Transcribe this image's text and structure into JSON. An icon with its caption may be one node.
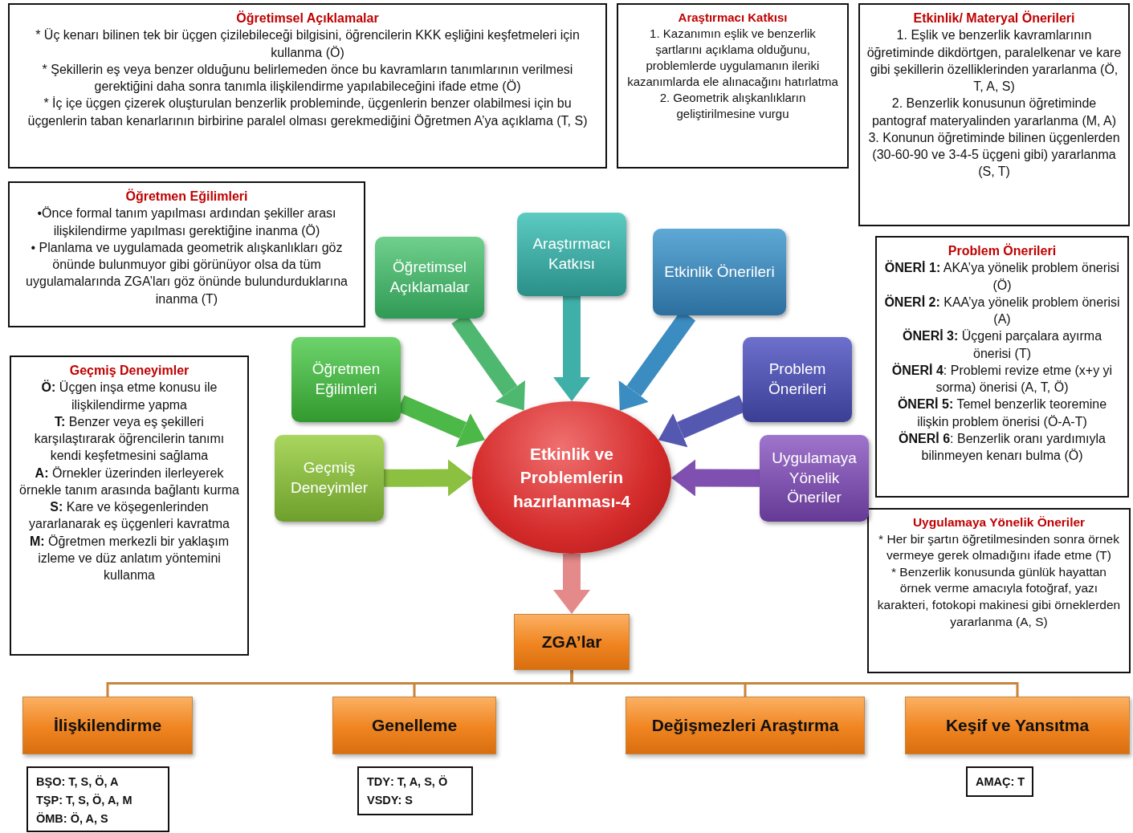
{
  "diagram": {
    "nodes": [
      {
        "text": [
          "Öğretimsel Açıklamalar",
          "* Üç kenarı bilinen tek bir üçgen çizilebileceği bilgisini, öğrencilerin KKK eşliğini keşfetmeleri için kullanma (Ö)",
          "* Şekillerin eş veya benzer olduğunu belirlemeden önce bu kavramların tanımlarının verilmesi gerektiğini daha sonra tanımla ilişkilendirme yapılabileceğini ifade etme (Ö)",
          "* İç içe üçgen çizerek oluşturulan benzerlik probleminde, üçgenlerin benzer olabilmesi için bu üçgenlerin taban kenarlarının birbirine paralel olması gerekmediğini Öğretmen A’ya açıklama (T, S)"
        ]
      },
      {
        "text": [
          "Araştırmacı Katkısı",
          "1. Kazanımın eşlik ve benzerlik şartlarını açıklama olduğunu, problemlerde uygulamanın ileriki kazanımlarda ele alınacağını hatırlatma",
          "2. Geometrik alışkanlıkların geliştirilmesine vurgu"
        ]
      },
      {
        "text": [
          "Etkinlik/ Materyal Önerileri",
          "1. Eşlik ve benzerlik kavramlarının öğretiminde dikdörtgen, paralelkenar ve kare gibi şekillerin özelliklerinden yararlanma (Ö, T, A, S)",
          "2. Benzerlik konusunun öğretiminde pantograf materyalinden yararlanma (M, A)",
          "3. Konunun öğretiminde bilinen üçgenlerden (30-60-90 ve 3-4-5 üçgeni gibi) yararlanma (S, T)"
        ]
      },
      {
        "text": [
          "Öğretmen Eğilimleri",
          "•Önce formal tanım yapılması ardından şekiller arası ilişkilendirme yapılması gerektiğine inanma (Ö)",
          "• Planlama ve uygulamada geometrik alışkanlıkları göz önünde bulunmuyor gibi görünüyor olsa da tüm uygulamalarında ZGA’ları göz önünde bulundurduklarına inanma (T)"
        ]
      },
      {
        "text": [
          "Problem Önerileri",
          "**ÖNERİ 1:** AKA’ya yönelik problem önerisi (Ö)",
          "**ÖNERİ 2:** KAA’ya yönelik problem önerisi (A)",
          "**ÖNERİ 3:** Üçgeni parçalara ayırma önerisi (T)",
          "**ÖNERİ 4**: Problemi revize etme (x+y yi sorma) önerisi (A, T, Ö)",
          "**ÖNERİ 5:** Temel benzerlik teoremine ilişkin problem önerisi (Ö-A-T)",
          "**ÖNERİ 6**: Benzerlik oranı yardımıyla bilinmeyen kenarı bulma (Ö)"
        ]
      },
      {
        "text": [
          "Geçmiş Deneyimler",
          "**Ö:** Üçgen inşa etme konusu ile ilişkilendirme yapma",
          "**T:** Benzer veya eş şekilleri karşılaştırarak öğrencilerin tanımı kendi keşfetmesini sağlama",
          "**A:** Örnekler üzerinden ilerleyerek örnekle tanım arasında bağlantı kurma",
          "**S:** Kare ve köşegenlerinden yararlanarak eş üçgenleri kavratma",
          "**M:** Öğretmen merkezli bir yaklaşım izleme ve düz anlatım yöntemini kullanma"
        ]
      },
      {
        "text": [
          "Uygulamaya Yönelik Öneriler",
          "* Her bir şartın öğretilmesinden sonra örnek vermeye gerek olmadığını ifade etme (T)",
          "* Benzerlik konusunda günlük hayattan örnek verme amacıyla fotoğraf, yazı karakteri, fotokopi makinesi gibi örneklerden yararlanma (A, S)"
        ]
      },
      {
        "text": [
          "Öğretimsel Açıklamalar"
        ]
      },
      {
        "text": [
          "Araştırmacı Katkısı"
        ]
      },
      {
        "text": [
          "Etkinlik Önerileri"
        ]
      },
      {
        "text": [
          "Öğretmen Eğilimleri"
        ]
      },
      {
        "text": [
          "Problem Önerileri"
        ]
      },
      {
        "text": [
          "Geçmiş Deneyimler"
        ]
      },
      {
        "text": [
          "Uygulamaya Yönelik Öneriler"
        ]
      },
      {
        "text": [
          "Etkinlik ve Problemlerin hazırlanması-4"
        ]
      },
      {
        "text": [
          "ZGA’lar"
        ]
      },
      {
        "text": [
          "İlişkilendirme"
        ]
      },
      {
        "text": [
          "Genelleme"
        ]
      },
      {
        "text": [
          "Değişmezleri Araştırma"
        ]
      },
      {
        "text": [
          "Keşif ve Yansıtma"
        ]
      },
      {
        "text": [
          "**BŞO**: T, S, Ö, A",
          "**TŞP**: T, S, Ö, A, M",
          "**ÖMB**: Ö, A, S"
        ]
      },
      {
        "text": [
          "**TDY**: T, A, S, Ö",
          "**VSDY:** S"
        ]
      },
      {
        "text": [
          "**AMAÇ:** T"
        ]
      }
    ],
    "edges": [
      {
        "from": 7,
        "to": 14,
        "arrow": "to",
        "color": "#4fb870"
      },
      {
        "from": 8,
        "to": 14,
        "arrow": "to",
        "color": "#3fb0a8"
      },
      {
        "from": 9,
        "to": 14,
        "arrow": "to",
        "color": "#3b8cc0"
      },
      {
        "from": 10,
        "to": 14,
        "arrow": "to",
        "color": "#4cb848"
      },
      {
        "from": 11,
        "to": 14,
        "arrow": "to",
        "color": "#5558b0"
      },
      {
        "from": 12,
        "to": 14,
        "arrow": "to",
        "color": "#8cc040"
      },
      {
        "from": 13,
        "to": 14,
        "arrow": "to",
        "color": "#8050b0"
      },
      {
        "from": 14,
        "to": 15,
        "arrow": "to",
        "color": "#e58a8a"
      },
      {
        "from": 15,
        "to": 16,
        "arrow": "none"
      },
      {
        "from": 15,
        "to": 17,
        "arrow": "none"
      },
      {
        "from": 15,
        "to": 18,
        "arrow": "none"
      },
      {
        "from": 15,
        "to": 19,
        "arrow": "none"
      }
    ]
  }
}
